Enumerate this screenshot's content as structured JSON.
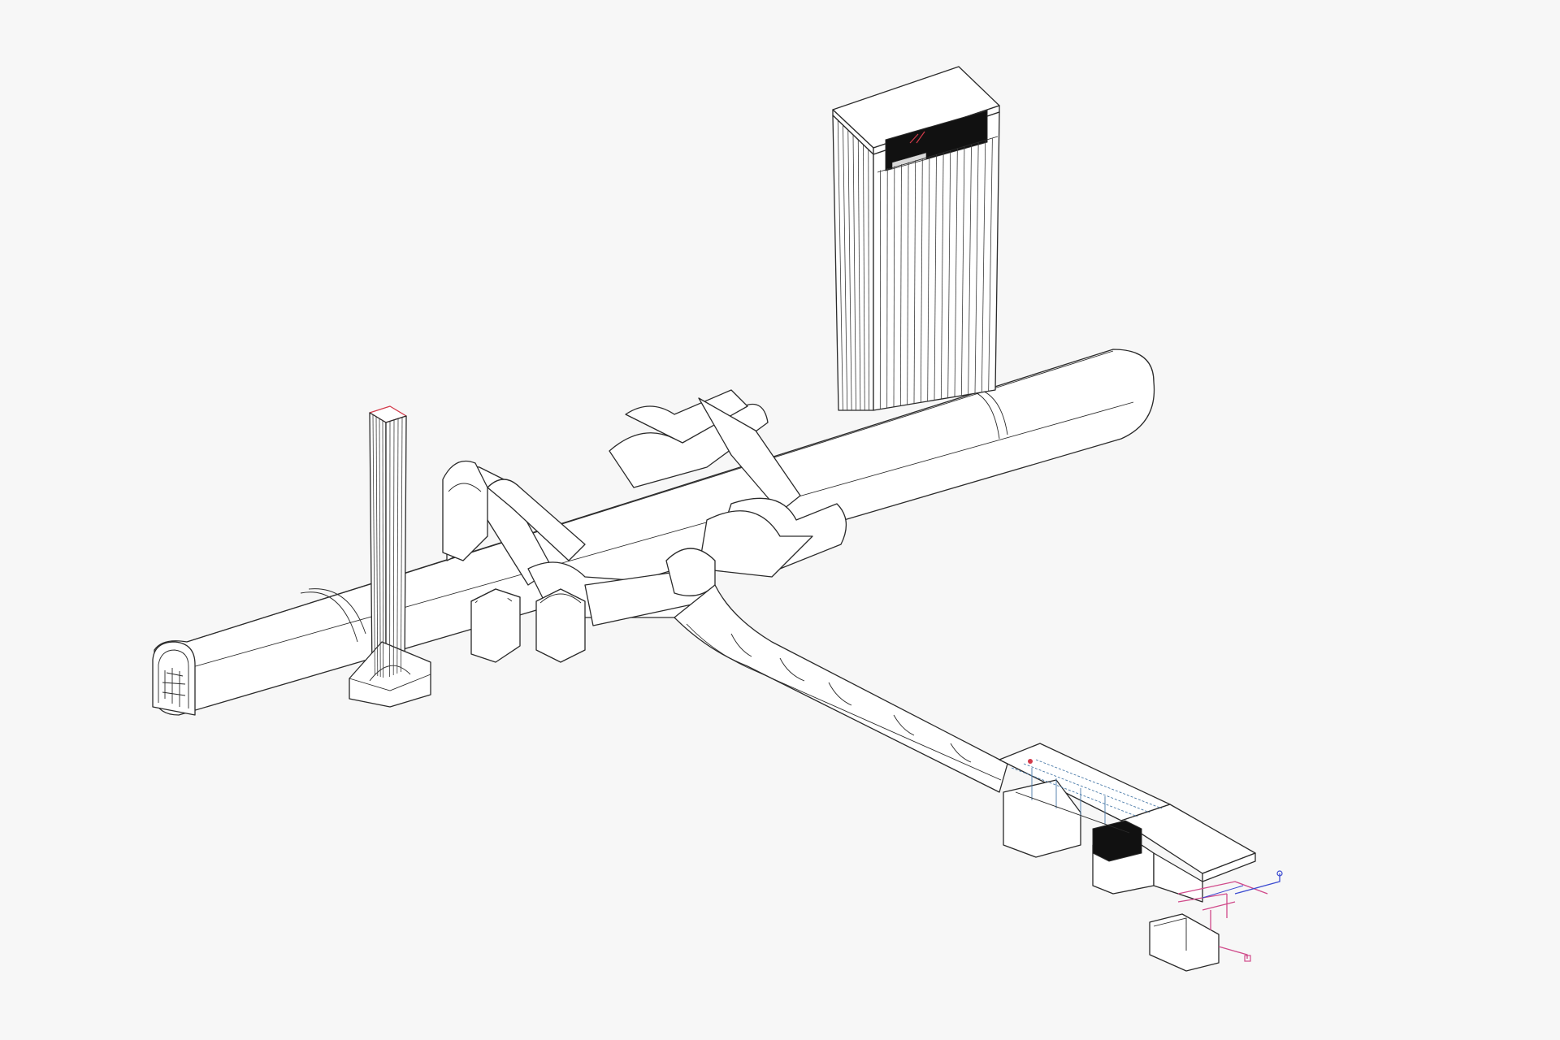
{
  "diagram": {
    "kind": "axonometric-line-drawing",
    "colors": {
      "background": "#f7f7f7",
      "line": "#2a2a2a",
      "fill": "#ffffff",
      "dark_fill": "#111111",
      "accent_red": "#d23a4a",
      "accent_magenta": "#d04a8a",
      "accent_blue": "#3a4ad0",
      "accent_steel": "#4a7aa8"
    },
    "components": [
      {
        "id": "main-tunnel",
        "shape": "vaulted-tube"
      },
      {
        "id": "tall-shaft",
        "shape": "fluted-tower"
      },
      {
        "id": "slender-shaft",
        "shape": "fluted-column"
      },
      {
        "id": "junction-halls",
        "shape": "branching-vaults"
      },
      {
        "id": "curved-access-tunnel",
        "shape": "curved-tube"
      },
      {
        "id": "service-building",
        "shape": "cutaway-box"
      },
      {
        "id": "utility-lines",
        "shape": "colored-pipes"
      }
    ]
  }
}
